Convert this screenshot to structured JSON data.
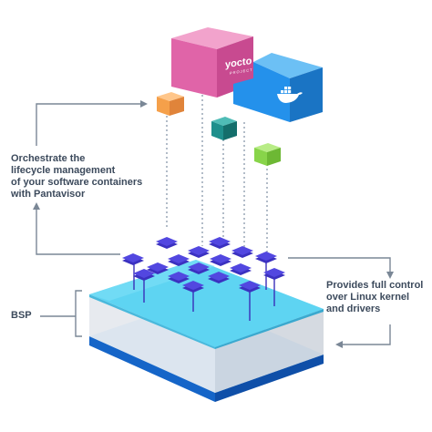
{
  "annotations": {
    "orchestrate": "Orchestrate the\nlifecycle management\nof your software containers\nwith Pantavisor",
    "bsp": "BSP",
    "control": "Provides full control\nover Linux kernel\nand drivers"
  },
  "logos": {
    "yocto": "yocto",
    "yocto_sub": "PROJECT",
    "docker": "docker"
  },
  "colors": {
    "yocto_box": "#e064a8",
    "docker_box": "#2491eb",
    "orange_cube": "#f5a04a",
    "teal_cube": "#1e8f8c",
    "green_cube": "#88d44a",
    "chip": "#4b3fd6",
    "board_top": "#5ed4f2",
    "board_bottom": "#1b8ee6",
    "arrow": "#7a8796"
  }
}
